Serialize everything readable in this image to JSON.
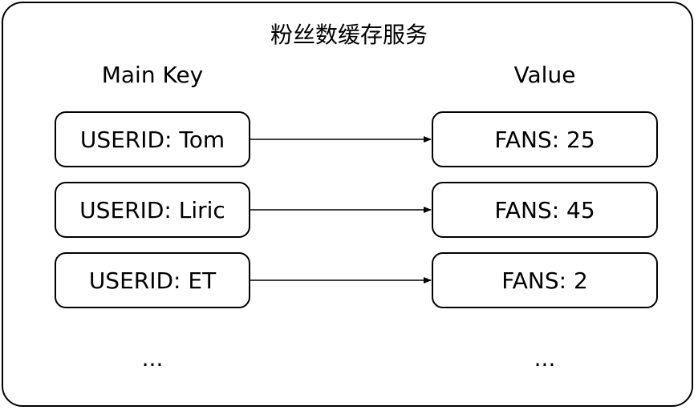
{
  "title": "粉丝数缓存服务",
  "headers": {
    "key": "Main Key",
    "value": "Value"
  },
  "rows": [
    {
      "key": "USERID: Tom",
      "value": "FANS: 25"
    },
    {
      "key": "USERID: Liric",
      "value": "FANS: 45"
    },
    {
      "key": "USERID: ET",
      "value": "FANS: 2"
    }
  ],
  "ellipsis": {
    "key": "...",
    "value": "..."
  },
  "colors": {
    "stroke": "#000000",
    "background": "#ffffff"
  }
}
